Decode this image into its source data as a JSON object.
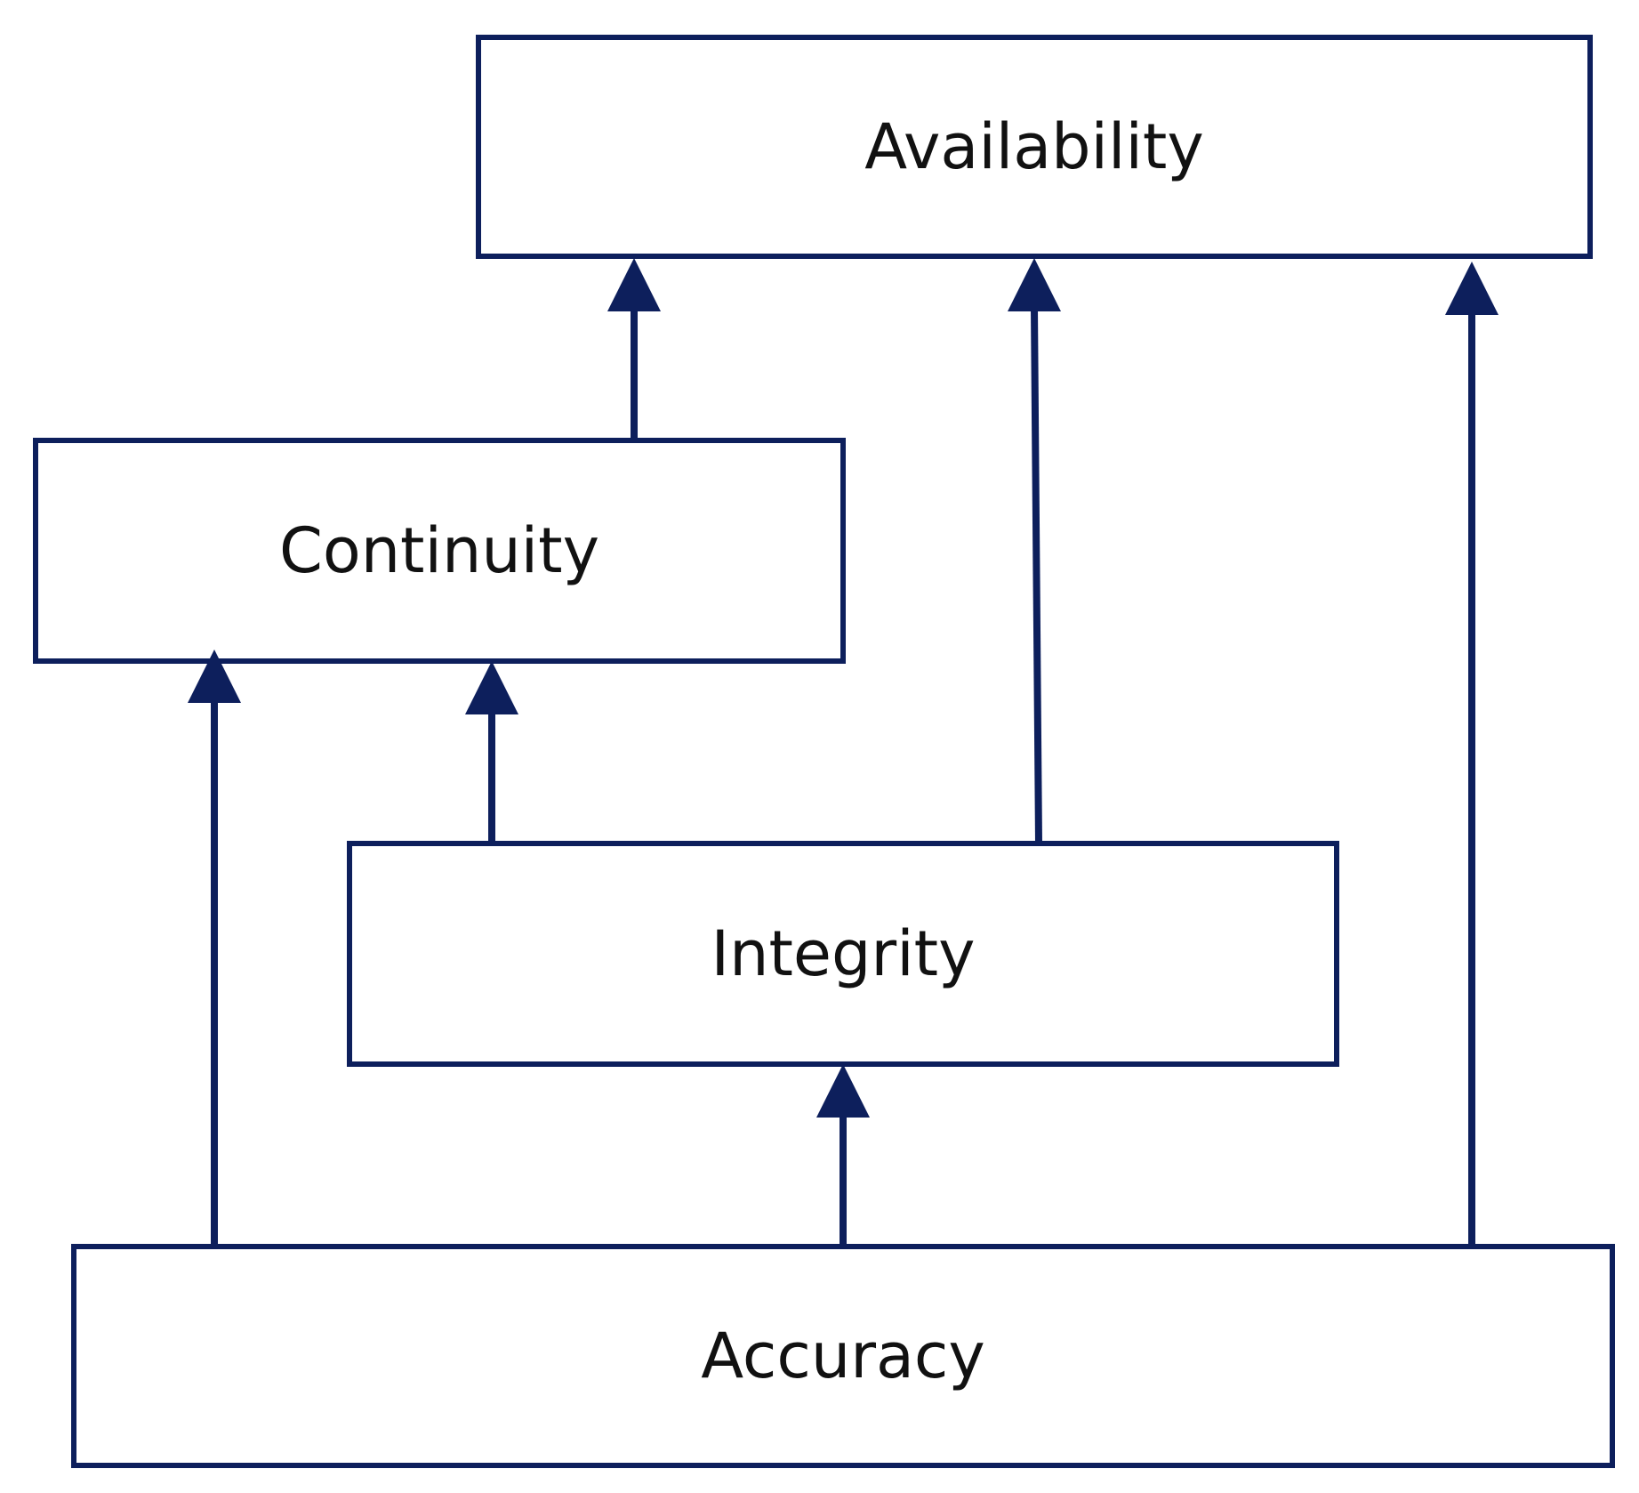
{
  "diagram": {
    "colors": {
      "stroke": "#0d1f5c",
      "text": "#111111",
      "background": "#ffffff"
    },
    "nodes": {
      "availability": {
        "label": "Availability"
      },
      "continuity": {
        "label": "Continuity"
      },
      "integrity": {
        "label": "Integrity"
      },
      "accuracy": {
        "label": "Accuracy"
      }
    },
    "edges": [
      {
        "from": "continuity",
        "to": "availability"
      },
      {
        "from": "integrity",
        "to": "availability"
      },
      {
        "from": "accuracy",
        "to": "availability"
      },
      {
        "from": "accuracy",
        "to": "continuity"
      },
      {
        "from": "integrity",
        "to": "continuity"
      },
      {
        "from": "accuracy",
        "to": "integrity"
      }
    ]
  }
}
